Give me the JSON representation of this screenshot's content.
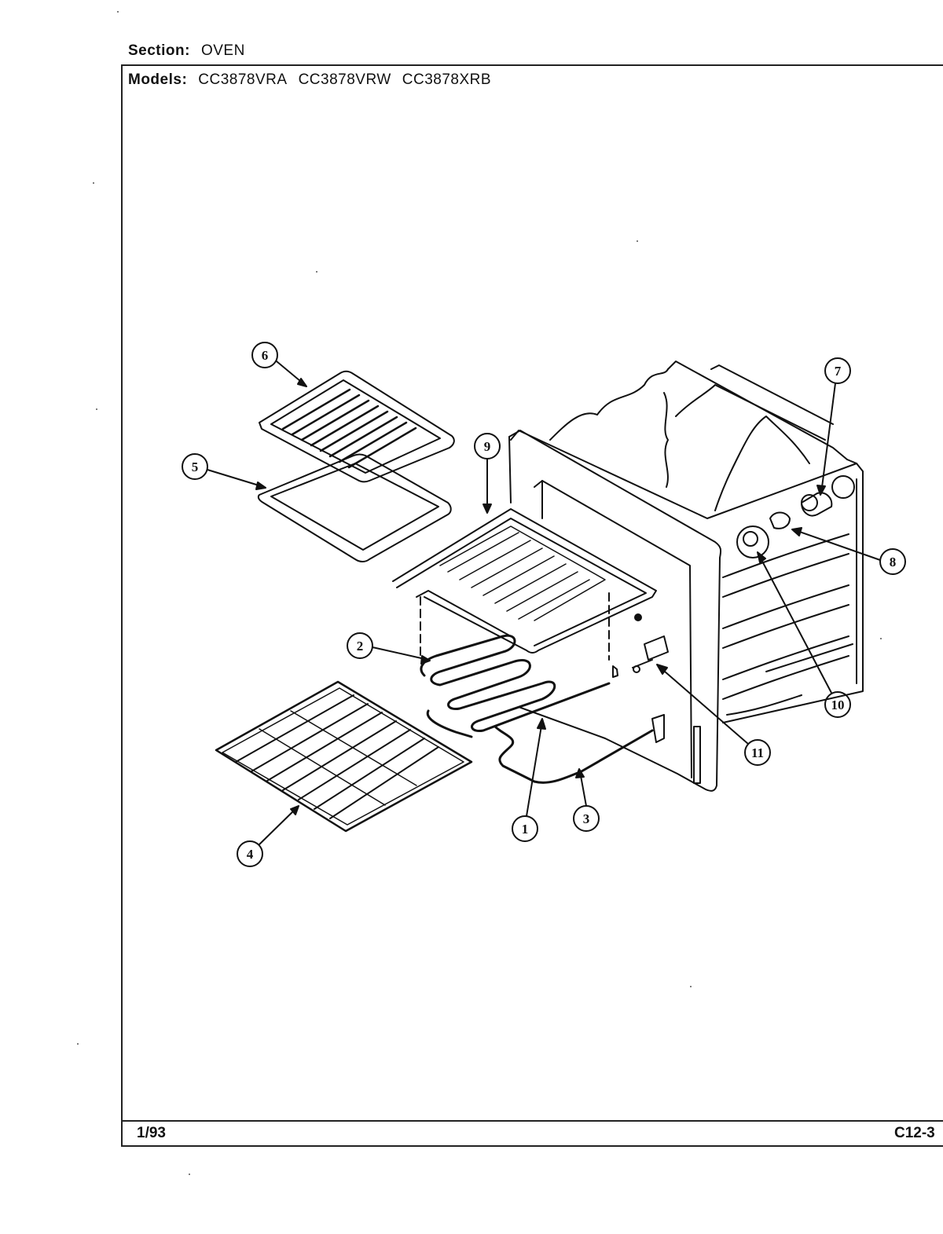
{
  "header": {
    "section_label": "Section:",
    "section_value": "OVEN",
    "models_label": "Models:",
    "models": [
      "CC3878VRA",
      "CC3878VRW",
      "CC3878XRB"
    ]
  },
  "footer": {
    "date": "1/93",
    "page_code": "C12-3"
  },
  "callouts": [
    "1",
    "2",
    "3",
    "4",
    "5",
    "6",
    "7",
    "8",
    "9",
    "10",
    "11"
  ]
}
